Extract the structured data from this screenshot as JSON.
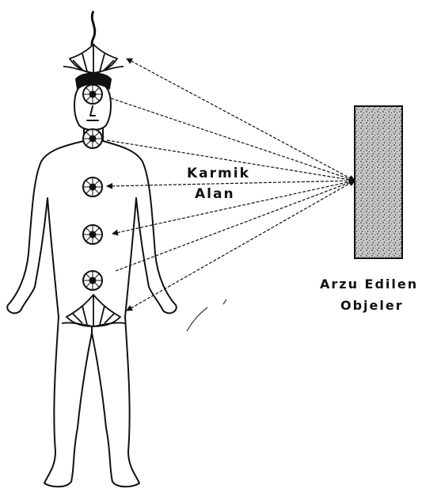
{
  "labels": {
    "karmic_field_line1": "Karmik",
    "karmic_field_line2": "Alan",
    "desired_objects_line1": "Arzu Edilen",
    "desired_objects_line2": "Objeler"
  },
  "colors": {
    "ink": "#111111",
    "paper": "#ffffff",
    "object_fill": "#9a9a9a"
  }
}
